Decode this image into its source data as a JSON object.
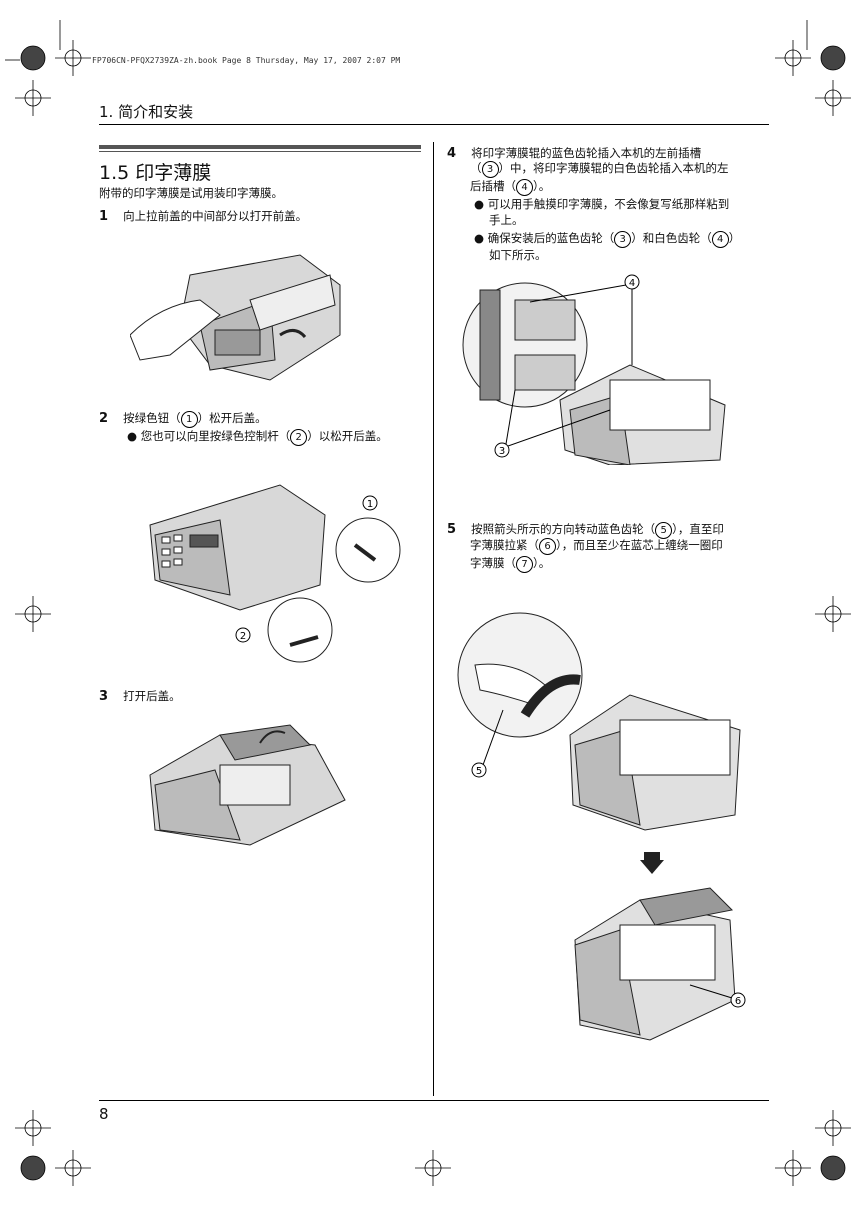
{
  "header": {
    "file_info": "FP706CN-PFQX2739ZA-zh.book  Page 8  Thursday, May 17, 2007  2:07 PM",
    "chapter": "1. 简介和安装"
  },
  "section": {
    "title": "1.5 印字薄膜",
    "intro": "附带的印字薄膜是试用装印字薄膜。"
  },
  "steps": [
    {
      "num": "1",
      "lines": [
        "向上拉前盖的中间部分以打开前盖。"
      ]
    },
    {
      "num": "2",
      "text_a": "按绿色钮（",
      "circ": "1",
      "text_b": "）松开后盖。",
      "bullet_a": "您也可以向里按绿色控制杆（",
      "bullet_circ": "2",
      "bullet_b": "）以松开后盖。"
    },
    {
      "num": "3",
      "lines": [
        "打开后盖。"
      ]
    },
    {
      "num": "4",
      "line1": "将印字薄膜辊的蓝色齿轮插入本机的左前插槽",
      "line2_a": "（",
      "line2_circ": "3",
      "line2_b": "）中，将印字薄膜辊的白色齿轮插入本机的左",
      "line3_a": "后插槽（",
      "line3_circ": "4",
      "line3_b": "）。",
      "bullet1_l1": "可以用手触摸印字薄膜，不会像复写纸那样粘到",
      "bullet1_l2": "手上。",
      "bullet2_a": "确保安装后的蓝色齿轮（",
      "bullet2_c1": "3",
      "bullet2_b": "）和白色齿轮（",
      "bullet2_c2": "4",
      "bullet2_c": "）",
      "bullet2_l2": "如下所示。"
    },
    {
      "num": "5",
      "l1_a": "按照箭头所示的方向转动蓝色齿轮（",
      "l1_c": "5",
      "l1_b": "），直至印",
      "l2_a": "字薄膜拉紧（",
      "l2_c": "6",
      "l2_b": "），而且至少在蓝芯上缠绕一圈印",
      "l3_a": "字薄膜（",
      "l3_c": "7",
      "l3_b": "）。"
    }
  ],
  "callouts": {
    "c1": "1",
    "c2": "2",
    "c3": "3",
    "c4": "4",
    "c5": "5",
    "c6": "6"
  },
  "footer": {
    "page_number": "8"
  }
}
